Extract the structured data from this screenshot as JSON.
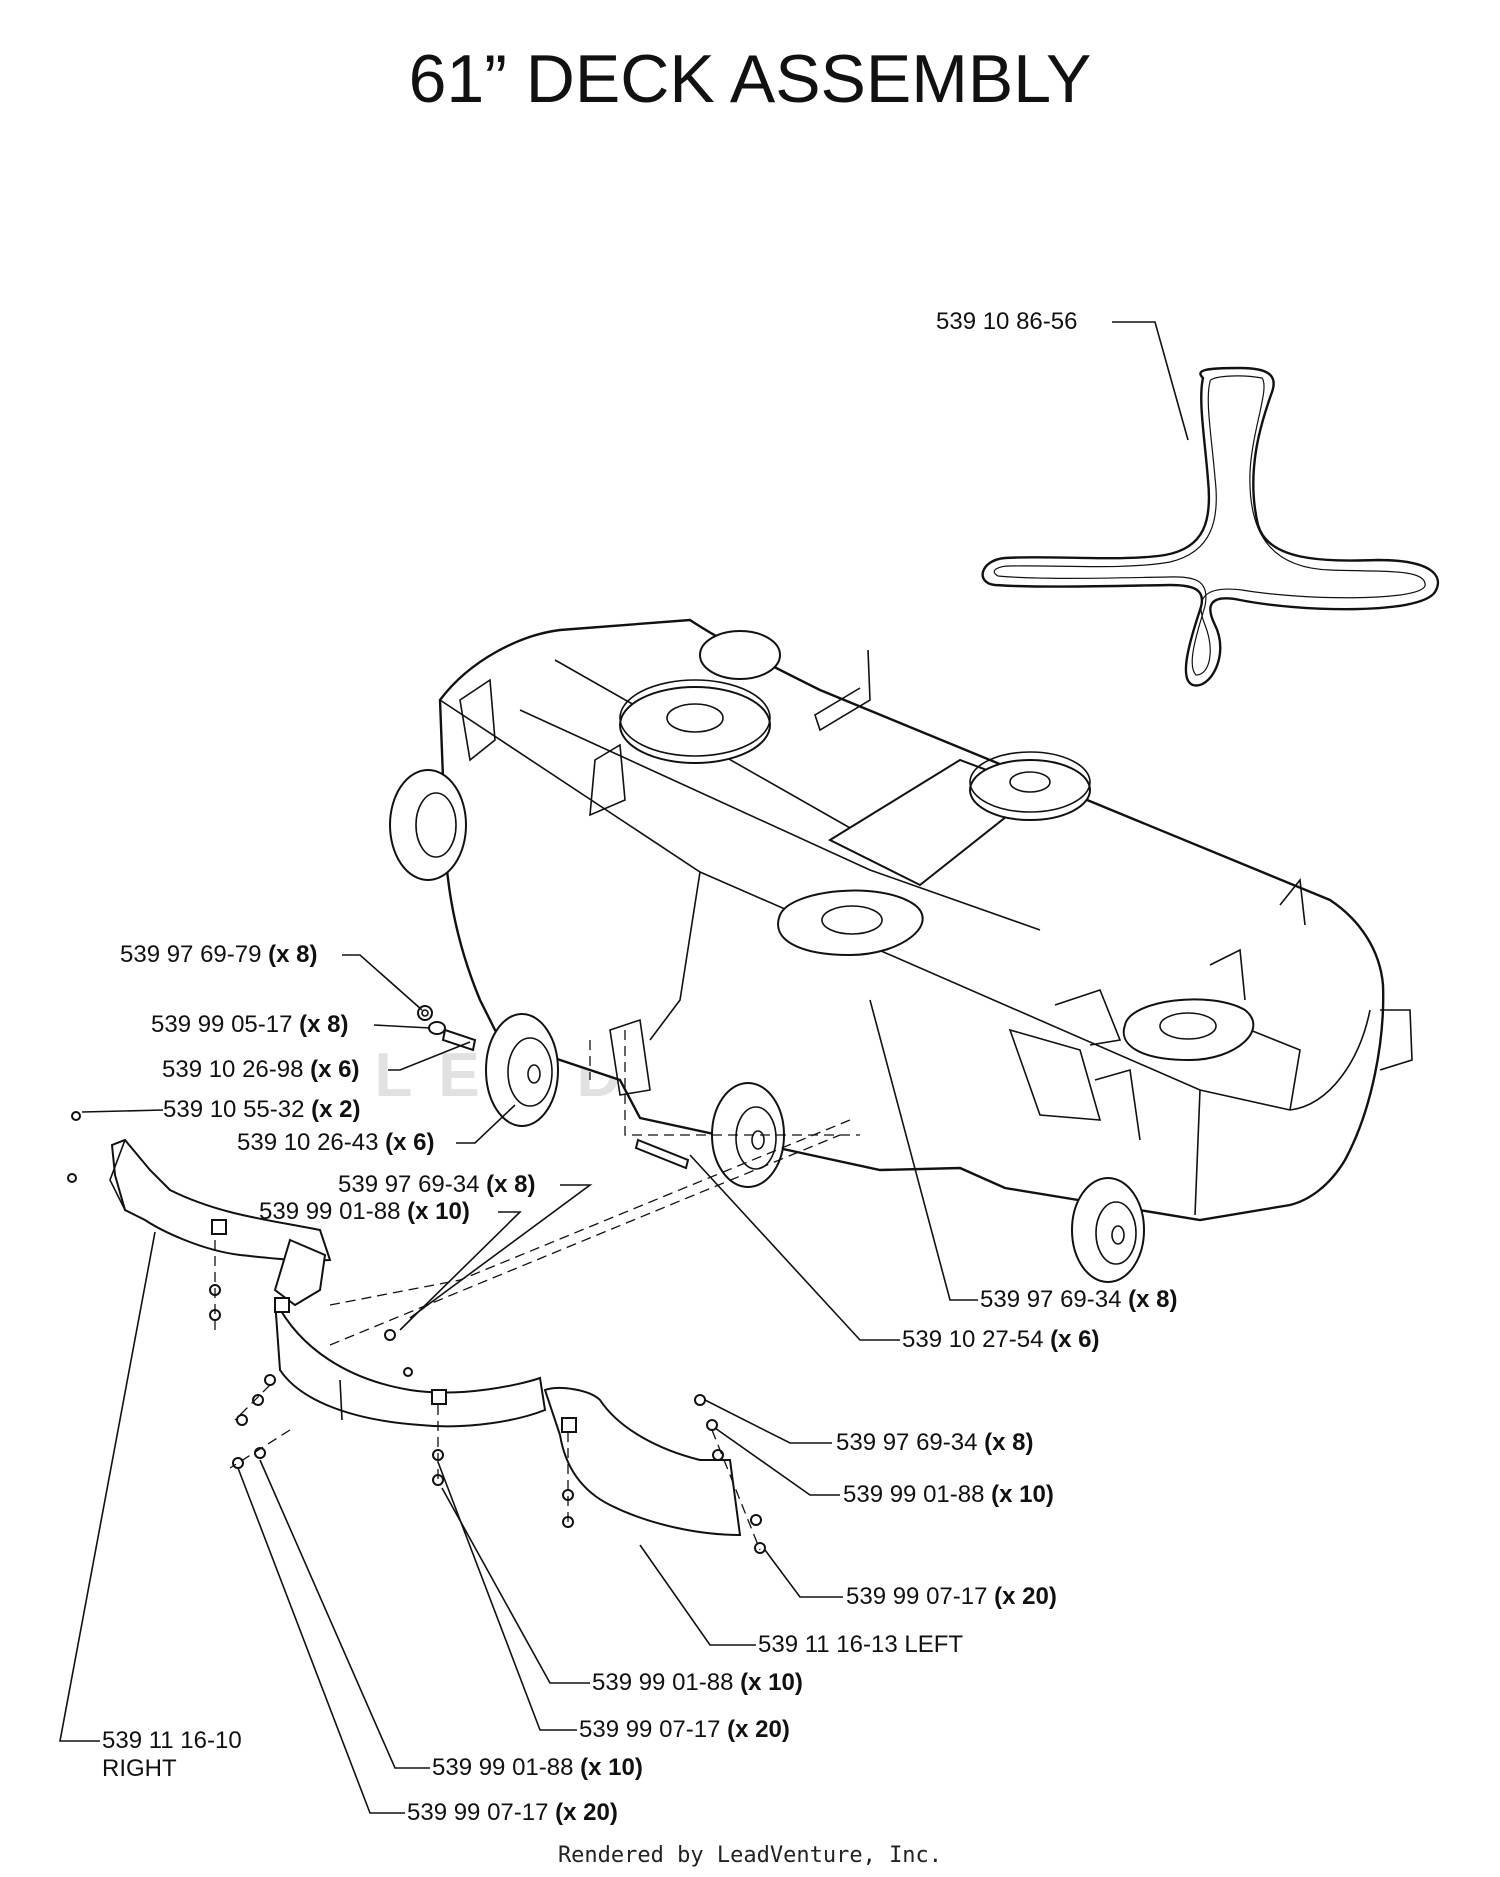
{
  "title": "61” DECK ASSEMBLY",
  "watermark": "LEADVENTURE",
  "footer": "Rendered by LeadVenture, Inc.",
  "callouts": {
    "belt": {
      "part": "539 10 86-56",
      "qty": ""
    },
    "nut_a": {
      "part": "539 97 69-79",
      "qty": "(x 8)"
    },
    "washer_a": {
      "part": "539 99 05-17",
      "qty": "(x 8)"
    },
    "spacer": {
      "part": "539 10 26-98",
      "qty": "(x 6)"
    },
    "bracket": {
      "part": "539 10 55-32",
      "qty": "(x 2)"
    },
    "wheel": {
      "part": "539 10 26-43",
      "qty": "(x 6)"
    },
    "nut_b": {
      "part": "539 97 69-34",
      "qty": "(x 8)"
    },
    "washer_b": {
      "part": "539 99 01-88",
      "qty": "(x 10)"
    },
    "nut_c": {
      "part": "539 97 69-34",
      "qty": "(x 8)"
    },
    "bolt": {
      "part": "539 10 27-54",
      "qty": "(x 6)"
    },
    "nut_d": {
      "part": "539 97 69-34",
      "qty": "(x 8)"
    },
    "washer_d": {
      "part": "539 99 01-88",
      "qty": "(x 10)"
    },
    "screw_d": {
      "part": "539 99 07-17",
      "qty": "(x 20)"
    },
    "baffle_left": {
      "part": "539 11 16-13 LEFT",
      "qty": ""
    },
    "washer_e": {
      "part": "539 99 01-88",
      "qty": "(x 10)"
    },
    "screw_e": {
      "part": "539 99 07-17",
      "qty": "(x 20)"
    },
    "baffle_right": {
      "part": "539 11 16-10",
      "qty": "",
      "side": "RIGHT"
    },
    "washer_f": {
      "part": "539 99 01-88",
      "qty": "(x 10)"
    },
    "screw_f": {
      "part": "539 99 07-17",
      "qty": "(x 20)"
    }
  }
}
